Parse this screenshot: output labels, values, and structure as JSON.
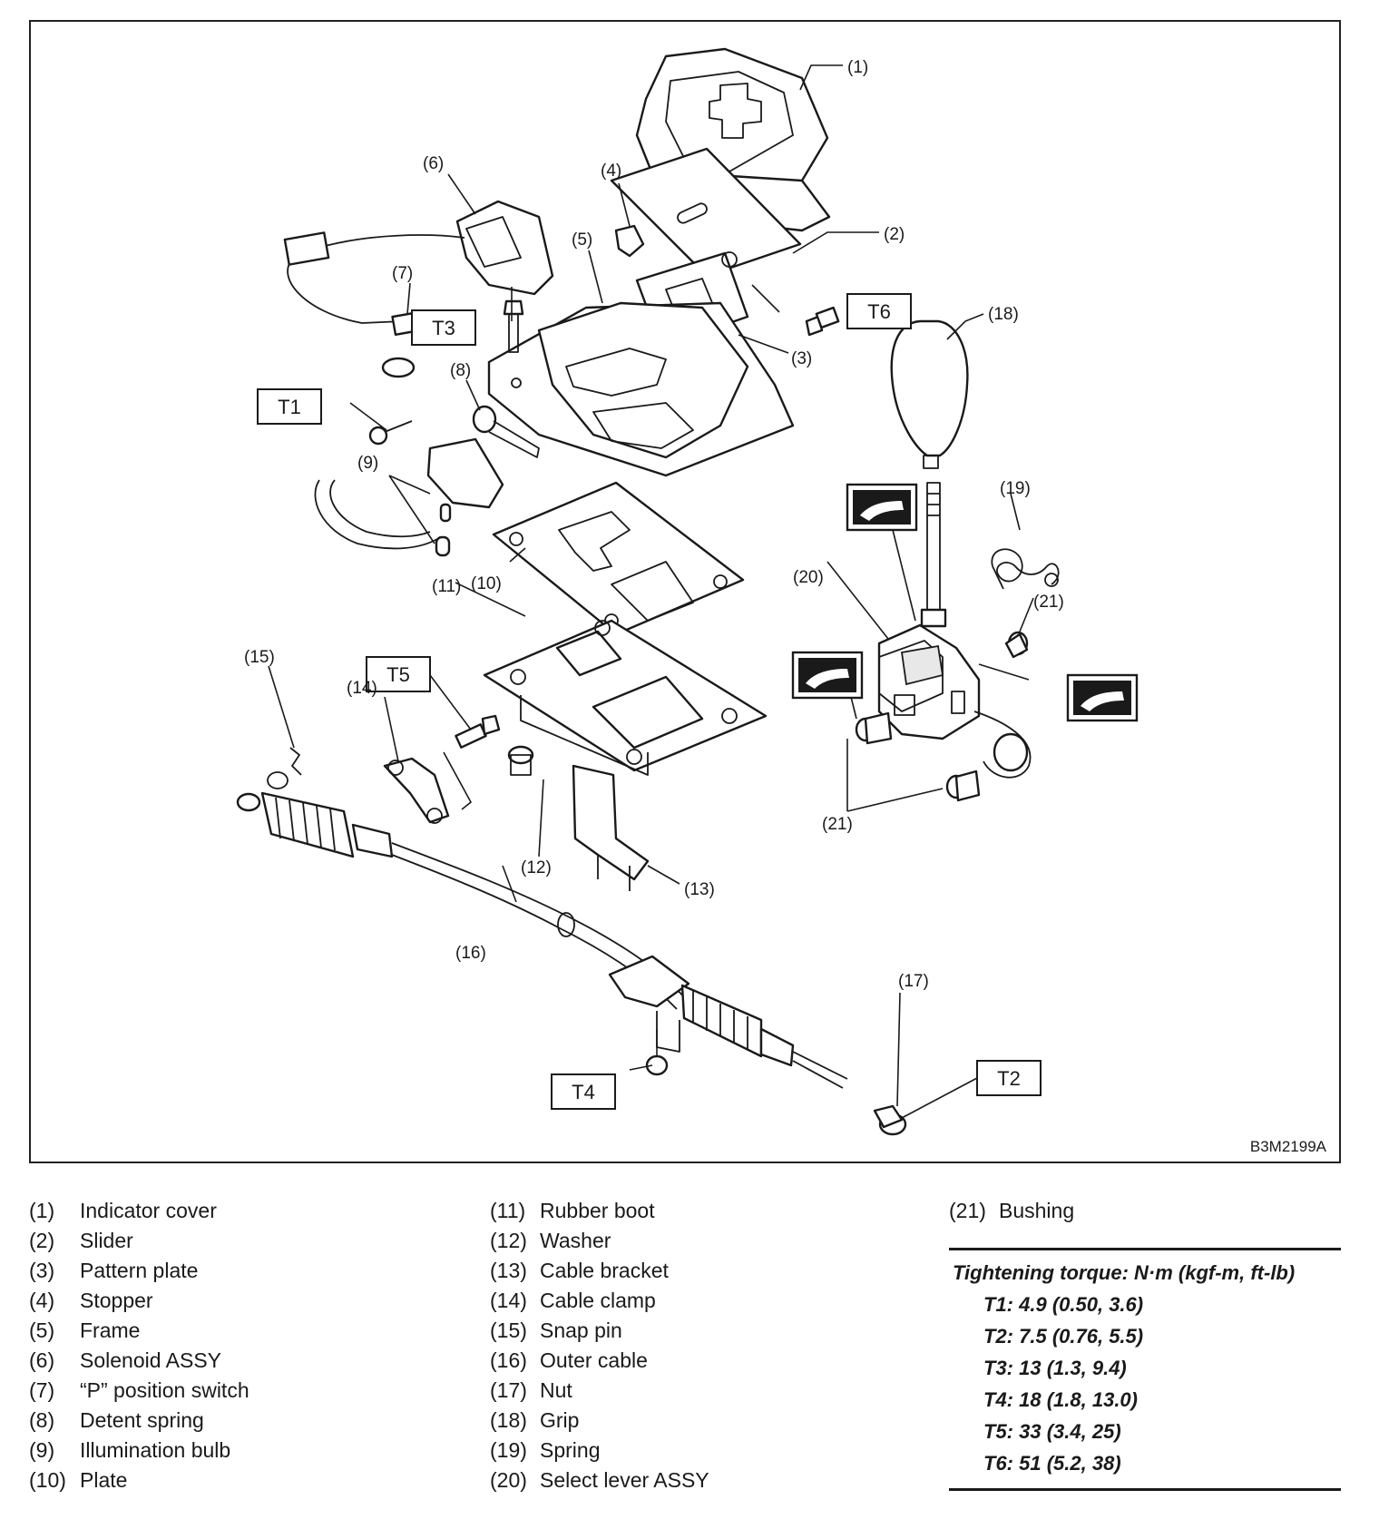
{
  "diagram": {
    "figure_code": "B3M2199A",
    "callouts": {
      "c1": "(1)",
      "c2": "(2)",
      "c3": "(3)",
      "c4": "(4)",
      "c5": "(5)",
      "c6": "(6)",
      "c7": "(7)",
      "c8": "(8)",
      "c9": "(9)",
      "c10": "(10)",
      "c11": "(11)",
      "c12": "(12)",
      "c13": "(13)",
      "c14": "(14)",
      "c15": "(15)",
      "c16": "(16)",
      "c17": "(17)",
      "c18": "(18)",
      "c19": "(19)",
      "c20": "(20)",
      "c21a": "(21)",
      "c21b": "(21)"
    },
    "torque_tags": {
      "t1": "T1",
      "t2": "T2",
      "t3": "T3",
      "t4": "T4",
      "t5": "T5",
      "t6": "T6"
    },
    "icons": {
      "grease": "grease-application-icon"
    }
  },
  "legend": {
    "col1": [
      {
        "num": "(1)",
        "name": "Indicator cover"
      },
      {
        "num": "(2)",
        "name": "Slider"
      },
      {
        "num": "(3)",
        "name": "Pattern plate"
      },
      {
        "num": "(4)",
        "name": "Stopper"
      },
      {
        "num": "(5)",
        "name": "Frame"
      },
      {
        "num": "(6)",
        "name": "Solenoid ASSY"
      },
      {
        "num": "(7)",
        "name": "“P” position switch"
      },
      {
        "num": "(8)",
        "name": "Detent spring"
      },
      {
        "num": "(9)",
        "name": "Illumination bulb"
      },
      {
        "num": "(10)",
        "name": "Plate"
      }
    ],
    "col2": [
      {
        "num": "(11)",
        "name": "Rubber boot"
      },
      {
        "num": "(12)",
        "name": "Washer"
      },
      {
        "num": "(13)",
        "name": "Cable bracket"
      },
      {
        "num": "(14)",
        "name": "Cable clamp"
      },
      {
        "num": "(15)",
        "name": "Snap pin"
      },
      {
        "num": "(16)",
        "name": "Outer cable"
      },
      {
        "num": "(17)",
        "name": "Nut"
      },
      {
        "num": "(18)",
        "name": "Grip"
      },
      {
        "num": "(19)",
        "name": "Spring"
      },
      {
        "num": "(20)",
        "name": "Select lever ASSY"
      }
    ],
    "col3": [
      {
        "num": "(21)",
        "name": "Bushing"
      }
    ]
  },
  "torque": {
    "title": "Tightening torque: N·m (kgf-m, ft-lb)",
    "rows": [
      {
        "label": "T1:",
        "value": "4.9 (0.50, 3.6)"
      },
      {
        "label": "T2:",
        "value": "7.5 (0.76, 5.5)"
      },
      {
        "label": "T3:",
        "value": "13 (1.3, 9.4)"
      },
      {
        "label": "T4:",
        "value": "18 (1.8, 13.0)"
      },
      {
        "label": "T5:",
        "value": "33 (3.4, 25)"
      },
      {
        "label": "T6:",
        "value": "51 (5.2, 38)"
      }
    ]
  }
}
